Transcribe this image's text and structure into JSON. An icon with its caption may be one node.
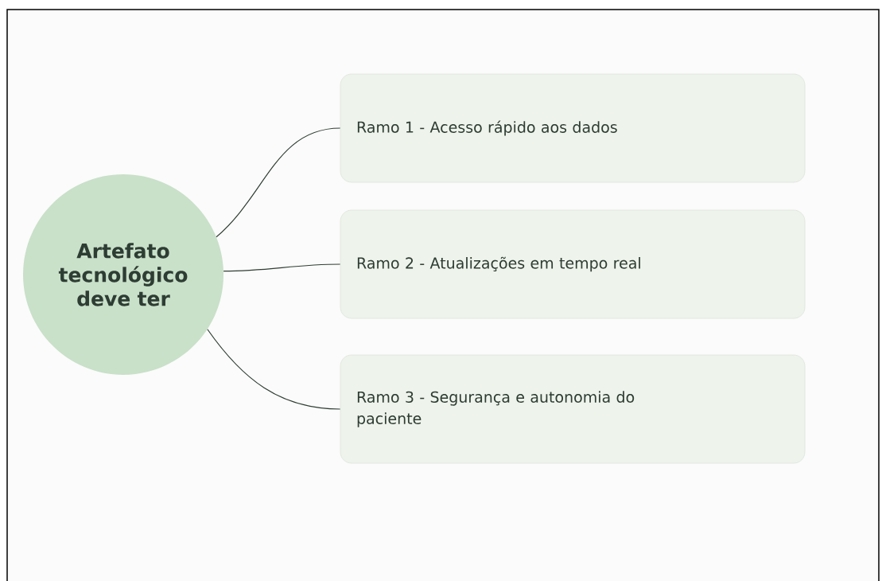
{
  "diagram": {
    "nodes": [
      {
        "text": [
          "Artefato tecnológico deve ter"
        ]
      },
      {
        "text": [
          "Ramo 1 - Acesso rápido aos dados"
        ]
      },
      {
        "text": [
          "Ramo 2 - Atualizações em tempo real"
        ]
      },
      {
        "text": [
          "Ramo 3 - Segurança e autonomia do paciente"
        ]
      }
    ],
    "edges": [
      {
        "from": 0,
        "to": 1,
        "arrow": "none"
      },
      {
        "from": 0,
        "to": 2,
        "arrow": "none"
      },
      {
        "from": 0,
        "to": 3,
        "arrow": "none"
      }
    ]
  }
}
